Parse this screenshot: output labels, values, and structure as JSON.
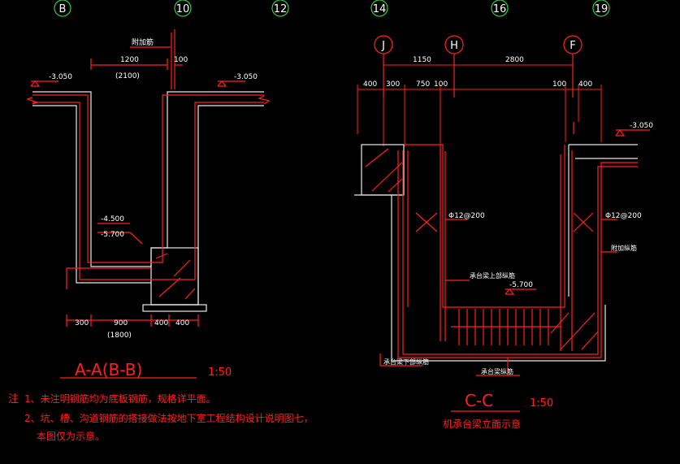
{
  "grid_bubbles": {
    "left_top": [
      "B",
      "10",
      "12"
    ],
    "right_top": [
      "14",
      "16",
      "19"
    ],
    "right_mid": [
      "J",
      "H",
      "F"
    ]
  },
  "section_aa": {
    "title": "A-A(B-B)",
    "scale": "1:50",
    "dims_top": [
      "1200",
      "(2100)",
      "100"
    ],
    "dims_bottom": [
      "300",
      "900",
      "(1800)",
      "400",
      "400"
    ],
    "levels": [
      "-3.050",
      "-3.050",
      "-4.500",
      "-5.700"
    ],
    "rebar_label": "附加筋"
  },
  "section_cc": {
    "title": "C-C",
    "scale": "1:50",
    "caption": "机承台梁立面示意",
    "dims_top": [
      "1150",
      "2800"
    ],
    "dims_row2": [
      "400",
      "300",
      "750",
      "100",
      "100",
      "400"
    ],
    "levels": [
      "-3.050",
      "-5.700"
    ],
    "rebar_labels": [
      "Φ12@200",
      "Φ12@200"
    ],
    "callouts": [
      "承台梁上部纵筋",
      "附加纵筋",
      "承台梁下部纵筋",
      "承台梁纵筋"
    ]
  },
  "notes": {
    "prefix": "注",
    "line1": "1、未注明钢筋均为底板钢筋，规格详平面。",
    "line2": "2、坑、槽、沟道钢筋的搭接做法按地下室工程结构设计说明图七，",
    "line3": "本图仅为示意。"
  },
  "colors": {
    "line": "#ff2020",
    "wall": "#e8e8e8",
    "bubble": "#2ecc40",
    "dim": "#ffffff"
  }
}
